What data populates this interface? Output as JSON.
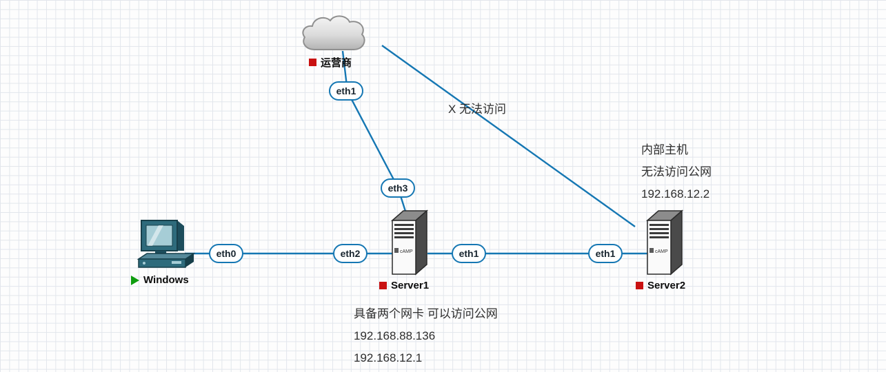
{
  "nodes": {
    "cloud": {
      "label": "运营商"
    },
    "windows": {
      "label": "Windows"
    },
    "server1": {
      "label": "Server1",
      "logo": "cAMP"
    },
    "server2": {
      "label": "Server2",
      "logo": "cAMP"
    }
  },
  "interfaces": {
    "cloud_eth1": "eth1",
    "server1_eth3": "eth3",
    "windows_eth0": "eth0",
    "server1_eth2": "eth2",
    "server1_eth1": "eth1",
    "server2_eth1": "eth1"
  },
  "annotations": {
    "blocked": "X 无法访问",
    "server2_note": {
      "line1": "内部主机",
      "line2": "无法访问公网",
      "line3": "192.168.12.2"
    },
    "server1_note": {
      "line1": "具备两个网卡 可以访问公网",
      "line2": "192.168.88.136",
      "line3": "192.168.12.1"
    }
  },
  "colors": {
    "link": "#1577b3",
    "stopped_marker": "#c91111",
    "running_marker": "#0f9d0f"
  }
}
